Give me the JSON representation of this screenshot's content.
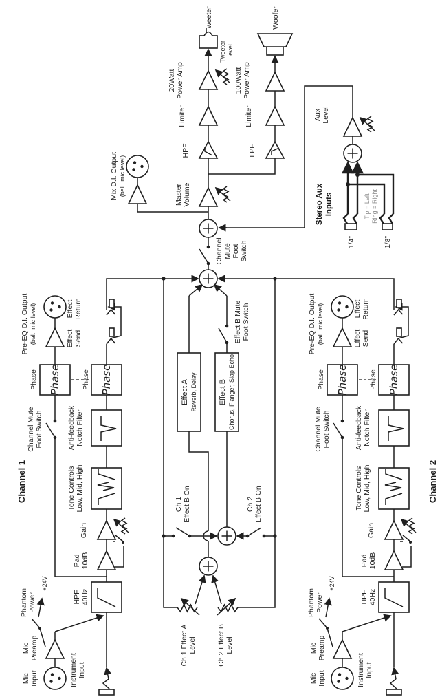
{
  "colors": {
    "line": "#1f1f1f",
    "background": "#ffffff",
    "muted_text": "#8f8f8f"
  },
  "channels": [
    {
      "section": "Channel 1",
      "mic_input_1": "Mic",
      "mic_input_2": "Input",
      "mic_preamp_1": "Mic",
      "mic_preamp_2": "Preamp",
      "phantom_1": "Phantom",
      "phantom_2": "Power",
      "phantom_v": "+24V",
      "inst_1": "Instrument",
      "inst_2": "Input",
      "hpf_1": "HPF",
      "hpf_2": "40Hz",
      "pad_1": "Pad",
      "pad_2": "10dB",
      "gain": "Gain",
      "tone_1": "Tone Controls",
      "tone_2": "Low, Mid, High",
      "notch_1": "Anti-feedback",
      "notch_2": "Notch Filter",
      "phase_di": "Phase",
      "phase_main": "Phase",
      "mute_1": "Channel Mute",
      "mute_2": "Foot Switch",
      "preeq_1": "Pre-EQ D.I. Output",
      "preeq_2": "(bal., mic level)",
      "send_1": "Effect",
      "send_2": "Send",
      "return_1": "Effect",
      "return_2": "Return"
    },
    {
      "section": "Channel 2",
      "mic_input_1": "Mic",
      "mic_input_2": "Input",
      "mic_preamp_1": "Mic",
      "mic_preamp_2": "Preamp",
      "phantom_1": "Phantom",
      "phantom_2": "Power",
      "phantom_v": "+24V",
      "inst_1": "Instrument",
      "inst_2": "Input",
      "hpf_1": "HPF",
      "hpf_2": "40Hz",
      "pad_1": "Pad",
      "pad_2": "10dB",
      "gain": "Gain",
      "tone_1": "Tone Controls",
      "tone_2": "Low, Mid, High",
      "notch_1": "Anti-feedback",
      "notch_2": "Notch Filter",
      "phase_di": "Phase",
      "phase_main": "Phase",
      "mute_1": "Channel Mute",
      "mute_2": "Foot Switch",
      "preeq_1": "Pre-EQ D.I. Output",
      "preeq_2": "(bal., mic level)",
      "send_1": "Effect",
      "send_2": "Send",
      "return_1": "Effect",
      "return_2": "Return"
    }
  ],
  "effects": {
    "ch1_on_1": "Ch 1",
    "ch1_on_2": "Effect B On",
    "ch2_on_1": "Ch 2",
    "ch2_on_2": "Effect B On",
    "a_name": "Effect A",
    "a_types": "Reverb, Delay",
    "b_name": "Effect B",
    "b_types": "Chorus, Flanger, Slap Echo",
    "b_mute_1": "Effect B Mute",
    "b_mute_2": "Foot Switch",
    "ch1_level_1": "Ch 1 Effect A",
    "ch1_level_2": "Level",
    "ch2_level_1": "Ch 2 Effect B",
    "ch2_level_2": "Level"
  },
  "output": {
    "mute_1": "Channel",
    "mute_2": "Mute",
    "mute_3": "Foot",
    "mute_4": "Switch",
    "master_1": "Master",
    "master_2": "Volume",
    "mixdi_1": "Mix D.I. Output",
    "mixdi_2": "(bal., mic level)",
    "hpf": "HPF",
    "lpf": "LPF",
    "limiter_hi": "Limiter",
    "limiter_lo": "Limiter",
    "amp20_1": "20Watt",
    "amp20_2": "Power Amp",
    "amp100_1": "100Watt",
    "amp100_2": "Power Amp",
    "tw_level_1": "Tweeter",
    "tw_level_2": "Level",
    "tweeter": "Tweeter",
    "woofer": "Woofer"
  },
  "aux": {
    "title_1": "Stereo Aux",
    "title_2": "Inputs",
    "quarter": "1/4\"",
    "eighth": "1/8\"",
    "tip": "Tip = Left",
    "ring": "Ring = Right",
    "level_1": "Aux",
    "level_2": "Level"
  }
}
